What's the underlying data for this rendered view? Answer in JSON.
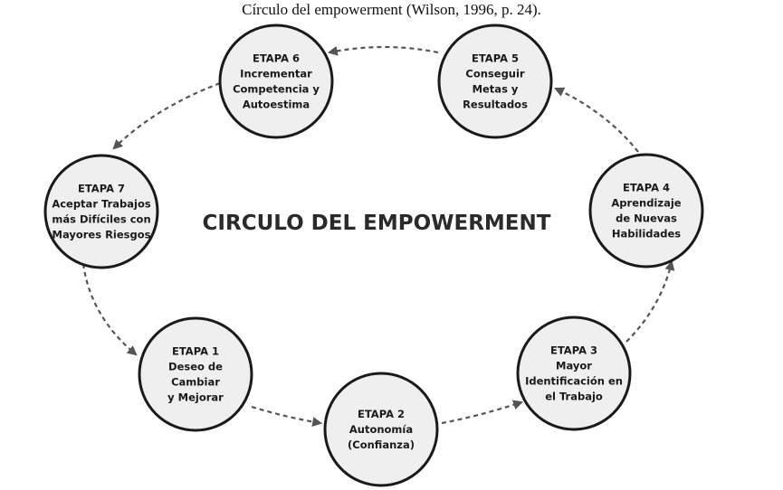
{
  "caption": "Círculo del empowerment (Wilson, 1996, p. 24).",
  "title": "CIRCULO DEL EMPOWERMENT",
  "colors": {
    "circle_fill": "#efefef",
    "circle_stroke": "#1a1a1a",
    "arrow": "#555555"
  },
  "stages": [
    {
      "id": "stage-1",
      "lines": [
        "ETAPA 1",
        "Deseo de",
        "Cambiar",
        "y Mejorar"
      ]
    },
    {
      "id": "stage-2",
      "lines": [
        "ETAPA 2",
        "Autonomía",
        "(Confianza)"
      ]
    },
    {
      "id": "stage-3",
      "lines": [
        "ETAPA 3",
        "Mayor",
        "Identificación en",
        "el Trabajo"
      ]
    },
    {
      "id": "stage-4",
      "lines": [
        "ETAPA 4",
        "Aprendizaje",
        "de Nuevas",
        "Habilidades"
      ]
    },
    {
      "id": "stage-5",
      "lines": [
        "ETAPA 5",
        "Conseguir",
        "Metas y",
        "Resultados"
      ]
    },
    {
      "id": "stage-6",
      "lines": [
        "ETAPA 6",
        "Incrementar",
        "Competencia y",
        "Autoestima"
      ]
    },
    {
      "id": "stage-7",
      "lines": [
        "ETAPA 7",
        "Aceptar Trabajos",
        "más Difíciles con",
        "Mayores Riesgos"
      ]
    }
  ]
}
